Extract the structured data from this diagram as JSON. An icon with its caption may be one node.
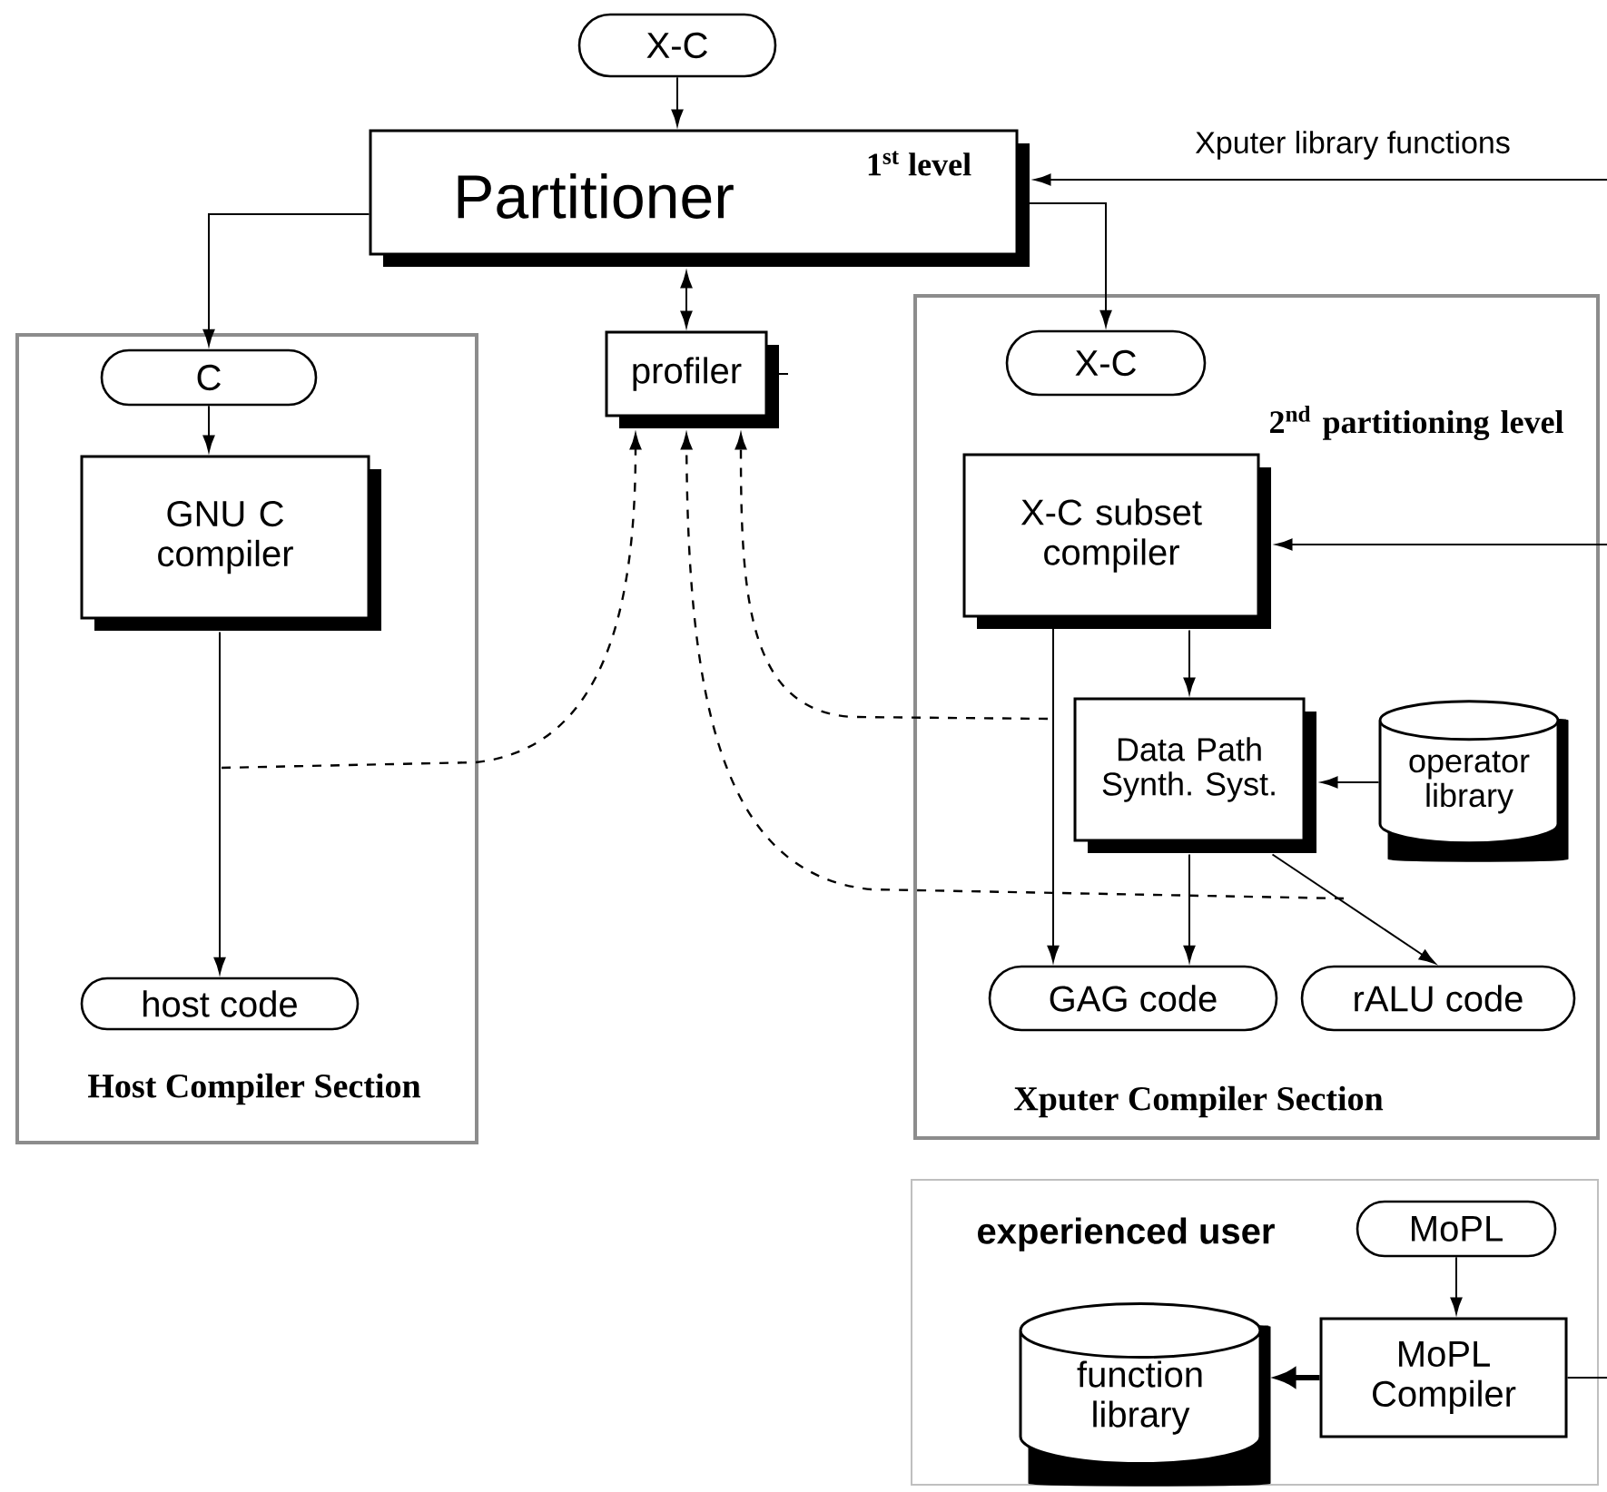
{
  "diagram": {
    "nodes": [
      {
        "text": [
          "X-C"
        ]
      },
      {
        "text": [
          "Partitioner",
          "1$^{st}$ level"
        ]
      },
      {
        "text": [
          "Host Compiler Section"
        ]
      },
      {
        "text": [
          "C"
        ],
        "in": 2
      },
      {
        "text": [
          "GNU C compiler"
        ],
        "in": 2
      },
      {
        "text": [
          "host code"
        ],
        "in": 2
      },
      {
        "text": [
          "profiler"
        ]
      },
      {
        "text": [
          "Xputer Compiler Section"
        ]
      },
      {
        "text": [
          "X-C"
        ],
        "in": 7
      },
      {
        "text": [
          "X-C subset compiler"
        ],
        "in": 7
      },
      {
        "text": [
          "Data Path Synth. Syst."
        ],
        "in": 7
      },
      {
        "text": [
          "operator library"
        ],
        "in": 7
      },
      {
        "text": [
          "GAG code"
        ],
        "in": 7
      },
      {
        "text": [
          "rALU code"
        ],
        "in": 7
      },
      {
        "text": [
          "experienced user"
        ]
      },
      {
        "text": [
          "MoPL"
        ],
        "in": 14
      },
      {
        "text": [
          "MoPL Compiler"
        ],
        "in": 14
      },
      {
        "text": [
          "function library"
        ],
        "in": 14
      }
    ],
    "edges": [
      {
        "from": 0,
        "to": 1,
        "arrow": "to"
      },
      {
        "from": null,
        "to": 1,
        "arrow": "to",
        "label": "Xputer library functions"
      },
      {
        "from": 1,
        "to": 3,
        "arrow": "to"
      },
      {
        "from": 1,
        "to": 6,
        "arrow": "both"
      },
      {
        "from": 1,
        "to": 8,
        "arrow": "to"
      },
      {
        "from": null,
        "to": 9,
        "arrow": "to"
      },
      {
        "from": 3,
        "to": 4,
        "arrow": "to"
      },
      {
        "from": 4,
        "to": 5,
        "arrow": "to"
      },
      {
        "from": 9,
        "to": 10,
        "arrow": "to"
      },
      {
        "from": 9,
        "to": 12,
        "arrow": "to"
      },
      {
        "from": 10,
        "to": 12,
        "arrow": "to"
      },
      {
        "from": 10,
        "to": 13,
        "arrow": "to"
      },
      {
        "from": 11,
        "to": 10,
        "arrow": "to"
      },
      {
        "from": 15,
        "to": 16,
        "arrow": "to"
      },
      {
        "from": 16,
        "to": 17,
        "arrow": "to",
        "style": "thick"
      },
      {
        "from": 16,
        "to": null,
        "arrow": "none"
      },
      {
        "from": null,
        "to": 6,
        "arrow": "to",
        "style": "dashed"
      },
      {
        "from": null,
        "to": 6,
        "arrow": "to",
        "style": "dashed"
      },
      {
        "from": null,
        "to": 6,
        "arrow": "to",
        "style": "dashed"
      }
    ],
    "labels": [
      "2$^{nd}$ partitioning level"
    ]
  }
}
